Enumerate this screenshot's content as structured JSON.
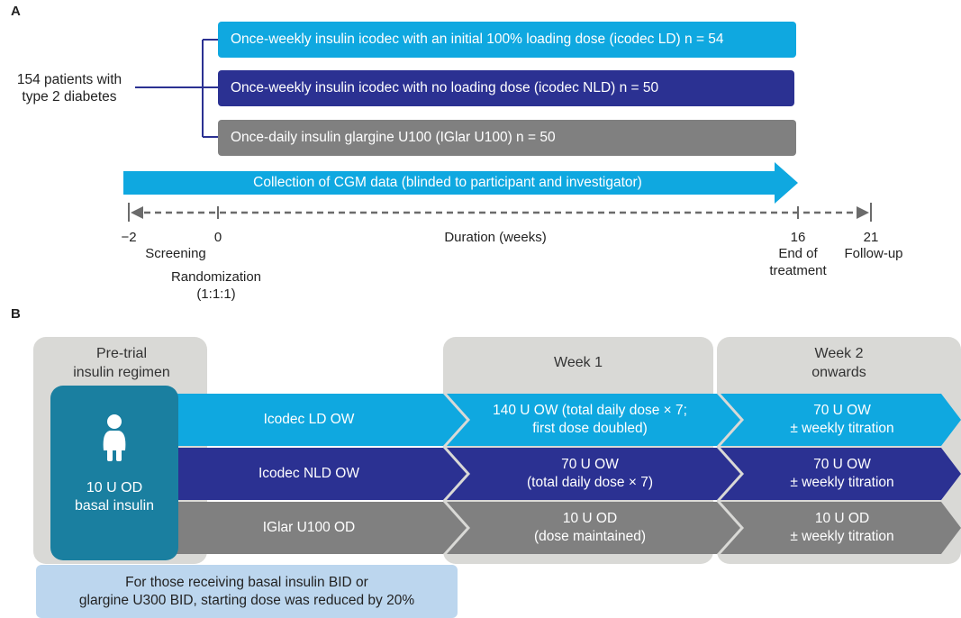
{
  "panel_a": {
    "label": "A",
    "population": "154 patients with\ntype 2 diabetes",
    "arms": [
      {
        "label": "Once-weekly insulin icodec with an initial 100% loading dose (icodec LD) n = 54",
        "color": "#0fa8e0"
      },
      {
        "label": "Once-weekly insulin icodec with no loading dose (icodec NLD) n = 50",
        "color": "#2b3192"
      },
      {
        "label": "Once-daily insulin glargine U100 (IGlar U100) n = 50",
        "color": "#808080"
      }
    ],
    "cgm_arrow": "Collection of CGM data (blinded to participant and investigator)",
    "timeline": {
      "axis_label": "Duration (weeks)",
      "ticks": [
        {
          "value": "−2",
          "caption": "Screening"
        },
        {
          "value": "0",
          "caption": "Randomization\n(1:1:1)"
        },
        {
          "value": "16",
          "caption": "End of\ntreatment"
        },
        {
          "value": "21",
          "caption": "Follow-up"
        }
      ]
    }
  },
  "panel_b": {
    "label": "B",
    "pretrial_header": "Pre-trial\ninsulin regimen",
    "pretrial_dose": "10 U OD\nbasal insulin",
    "week1_header": "Week 1",
    "week2_header": "Week 2\nonwards",
    "rows": [
      {
        "name": "Icodec LD OW",
        "week1": "140 U OW (total daily dose × 7;\nfirst dose doubled)",
        "week2": "70 U OW\n± weekly titration",
        "color": "#0fa8e0"
      },
      {
        "name": "Icodec NLD OW",
        "week1": "70 U OW\n(total daily dose × 7)",
        "week2": "70 U OW\n± weekly titration",
        "color": "#2b3192"
      },
      {
        "name": "IGlar U100 OD",
        "week1": "10 U OD\n(dose maintained)",
        "week2": "10 U OD\n± weekly titration",
        "color": "#808080"
      }
    ],
    "footnote": "For those receiving basal insulin BID or\nglargine U300 BID, starting dose was reduced by 20%"
  },
  "colors": {
    "icodec_ld": "#0fa8e0",
    "icodec_nld": "#2b3192",
    "iglar": "#808080",
    "patient_box": "#1a7fa0",
    "gray_panel": "#d9d9d6",
    "footnote_bg": "#bcd6ee"
  }
}
